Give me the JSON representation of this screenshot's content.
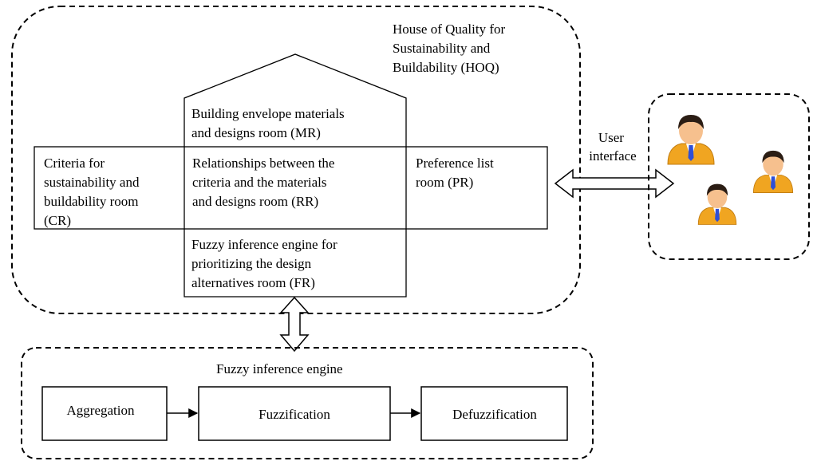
{
  "hoq": {
    "title_lines": [
      "House of Quality for",
      "Sustainability and",
      "Buildability (HOQ)"
    ]
  },
  "rooms": {
    "mr": [
      "Building envelope materials",
      "and designs room (MR)"
    ],
    "cr": [
      "Criteria for",
      "sustainability and",
      "buildability room",
      "(CR)"
    ],
    "rr": [
      "Relationships between the",
      "criteria and the materials",
      "and designs room (RR)"
    ],
    "pr": [
      "Preference list",
      "room (PR)"
    ],
    "fr": [
      "Fuzzy inference engine for",
      "prioritizing the design",
      "alternatives room (FR)"
    ]
  },
  "user_interface": {
    "label_lines": [
      "User",
      "interface"
    ]
  },
  "engine": {
    "title": "Fuzzy inference engine",
    "steps": [
      "Aggregation",
      "Fuzzification",
      "Defuzzification"
    ]
  },
  "users": {
    "icon": "user-avatar-icon",
    "count": 3
  },
  "colors": {
    "line": "#000000",
    "user_body": "#f0a521",
    "user_skin": "#f6c08e",
    "user_hair": "#2b1d14",
    "user_tie": "#2f4fd6"
  }
}
